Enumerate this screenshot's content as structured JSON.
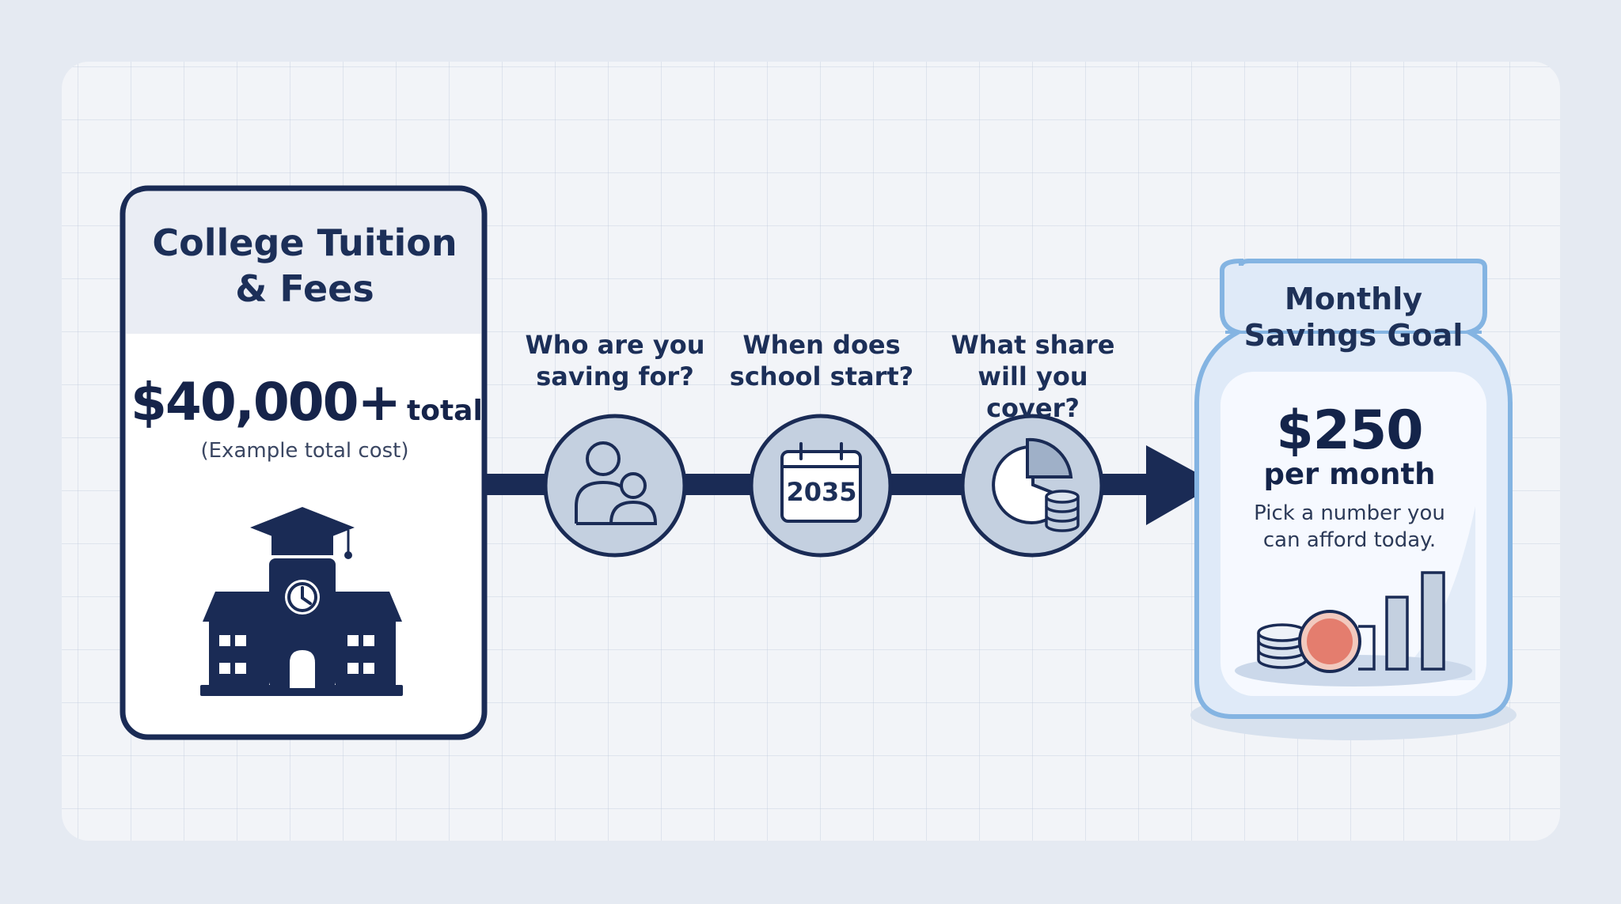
{
  "cost_card": {
    "title": "College Tuition\n& Fees",
    "amount": "$40,000+",
    "amount_suffix": "total",
    "note": "(Example total cost)",
    "icon": "school-building-icon"
  },
  "steps": [
    {
      "question": "Who are you\nsaving for?",
      "icon": "people-icon"
    },
    {
      "question": "When does\nschool start?",
      "icon": "calendar-icon",
      "icon_label": "2035"
    },
    {
      "question": "What share\nwill you cover?",
      "icon": "pie-chart-coins-icon"
    }
  ],
  "goal_jar": {
    "title": "Monthly\nSavings Goal",
    "amount": "$250",
    "unit": "per month",
    "note": "Pick a number you\ncan afford today.",
    "icon": "coins-and-bars-icon"
  },
  "colors": {
    "navy": "#1a2b55",
    "panel": "#f2f4f8",
    "background": "#e5eaf2",
    "circle_fill": "#c4d0e0",
    "jar_outline": "#84b4e2",
    "jar_fill": "#dfeaf8",
    "coin_accent": "#e47d6e"
  }
}
